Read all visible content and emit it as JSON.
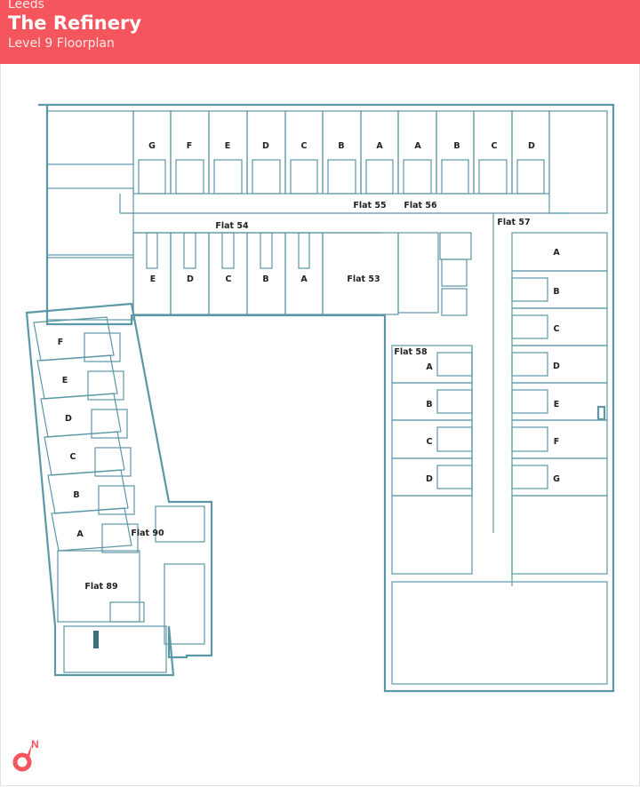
{
  "header": {
    "city": "Leeds",
    "title": "The Refinery",
    "subtitle": "Level 9 Floorplan"
  },
  "colors": {
    "header": "#f5555c",
    "walls": "#5c97a6",
    "logo": "#f5555c"
  },
  "compass": {
    "label": "N",
    "icon": "north-arrow-icon"
  },
  "floorplan": {
    "room_labels": [
      "G",
      "F",
      "E",
      "D",
      "C",
      "B",
      "A",
      "A",
      "B",
      "C",
      "D",
      "E",
      "D",
      "C",
      "B",
      "A",
      "A",
      "B",
      "C",
      "D",
      "E",
      "F",
      "G",
      "A",
      "B",
      "C",
      "D",
      "F",
      "E",
      "D",
      "C",
      "B",
      "A"
    ],
    "flat_labels": [
      "Flat 55",
      "Flat 56",
      "Flat 54",
      "Flat 57",
      "Flat 53",
      "Flat 58",
      "Flat 90",
      "Flat 89"
    ]
  }
}
